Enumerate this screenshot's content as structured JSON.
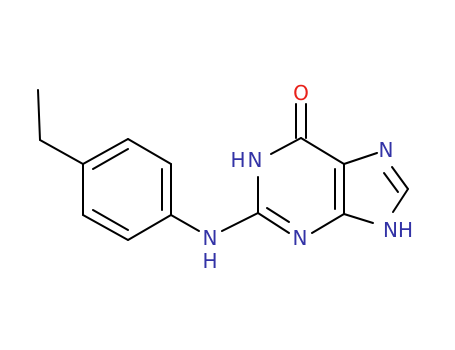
{
  "molecule": {
    "colors": {
      "bond": "#000000",
      "nitrogen": "#3333a6",
      "oxygen": "#e8211a",
      "background": "#ffffff"
    },
    "labels": {
      "oxygen": "O",
      "n1": "N",
      "n1_h": "H",
      "n7": "N",
      "n9": "NH",
      "n3": "N",
      "amine_n": "N",
      "amine_h": "H"
    }
  }
}
